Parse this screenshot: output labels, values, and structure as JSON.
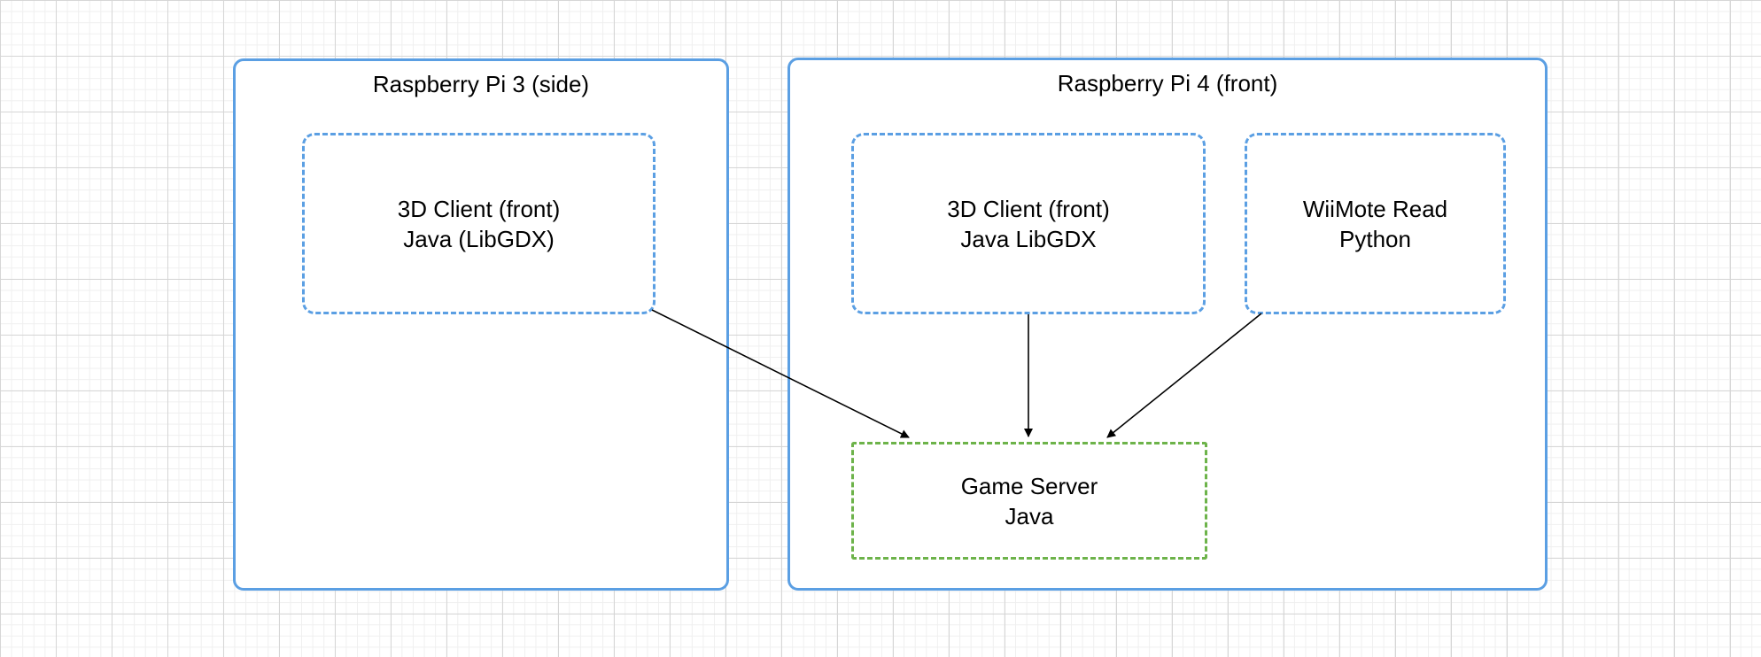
{
  "colors": {
    "container_border": "#5b9fe3",
    "client_border": "#5b9fe3",
    "server_border": "#6db34a",
    "edge": "#000000"
  },
  "containers": [
    {
      "id": "pi3",
      "title": "Raspberry Pi 3 (side)"
    },
    {
      "id": "pi4",
      "title": "Raspberry Pi 4 (front)"
    }
  ],
  "nodes": [
    {
      "id": "client-pi3",
      "lines": [
        "3D Client (front)",
        "Java (LibGDX)"
      ],
      "style": "dashed-blue"
    },
    {
      "id": "client-pi4",
      "lines": [
        "3D Client (front)",
        "Java LibGDX"
      ],
      "style": "dashed-blue"
    },
    {
      "id": "wiimote",
      "lines": [
        "WiiMote Read",
        "Python"
      ],
      "style": "dotted-blue"
    },
    {
      "id": "server",
      "lines": [
        "Game Server",
        "Java"
      ],
      "style": "dashed-green"
    }
  ],
  "edges": [
    {
      "from": "client-pi3",
      "to": "server"
    },
    {
      "from": "client-pi4",
      "to": "server"
    },
    {
      "from": "wiimote",
      "to": "server"
    }
  ]
}
